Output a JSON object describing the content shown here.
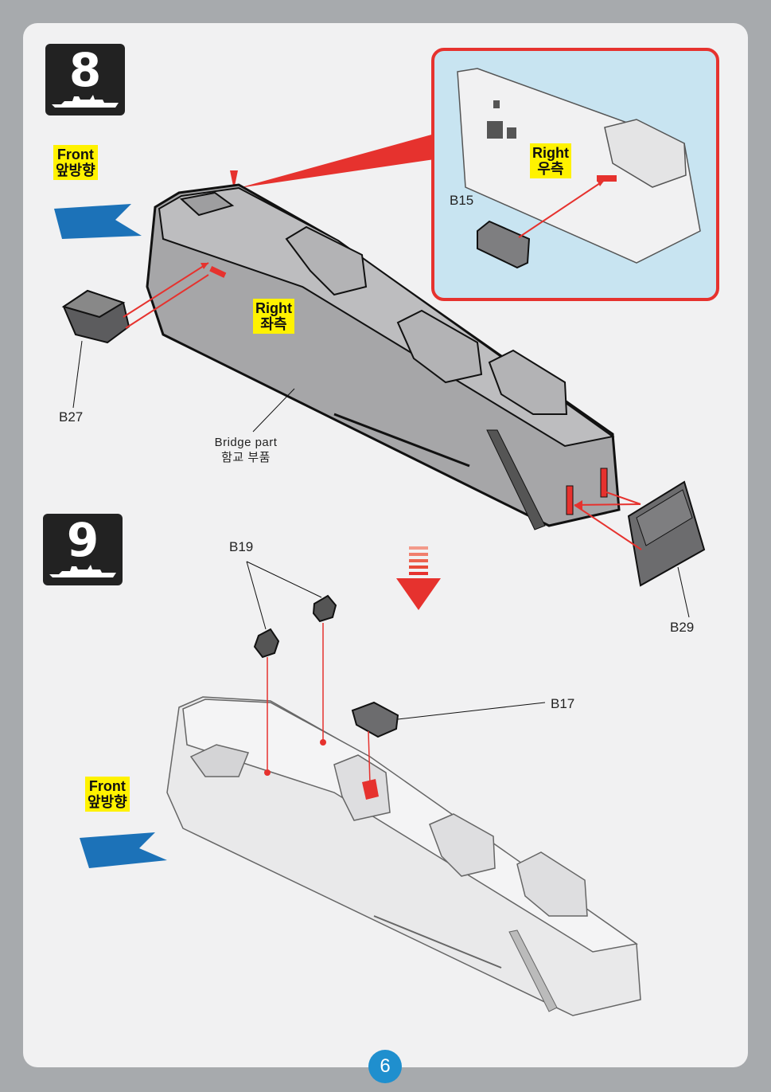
{
  "steps": {
    "step8": {
      "number": "8"
    },
    "step9": {
      "number": "9"
    }
  },
  "labels": {
    "front_en": "Front",
    "front_kr": "앞방향",
    "right_en": "Right",
    "right_left_kr": "좌측",
    "right_right_kr": "우측",
    "bridge_en": "Bridge part",
    "bridge_kr": "함교 부품"
  },
  "parts": {
    "b15": "B15",
    "b27": "B27",
    "b29": "B29",
    "b19": "B19",
    "b17": "B17"
  },
  "page": {
    "number": "6"
  },
  "colors": {
    "arrow_blue": "#1c72b8",
    "accent_red": "#e6322e",
    "highlight": "#fff200",
    "panel_blue": "#c8e4f1",
    "page_badge": "#1f8fce"
  }
}
